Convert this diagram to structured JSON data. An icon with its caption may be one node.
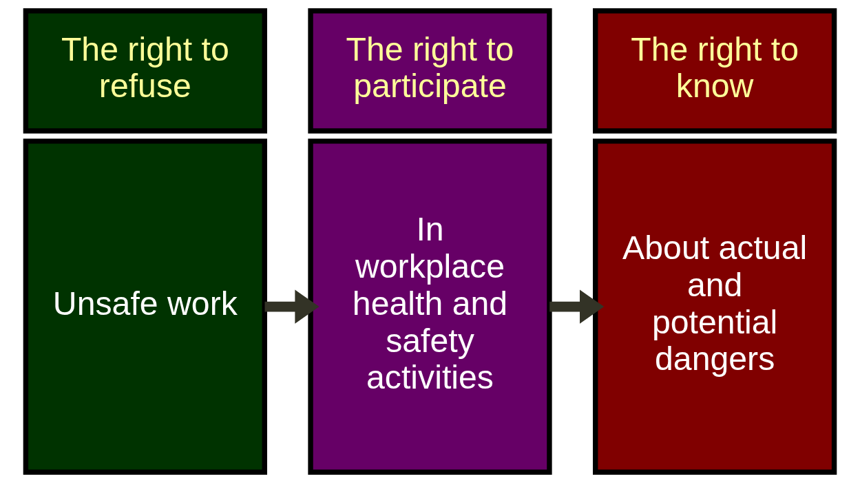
{
  "diagram": {
    "nodes": [
      {
        "text": [
          "The right to refuse"
        ]
      },
      {
        "text": [
          "Unsafe work"
        ]
      },
      {
        "text": [
          "The right to participate"
        ]
      },
      {
        "text": [
          "In workplace health and safety activities"
        ]
      },
      {
        "text": [
          "The right to know"
        ]
      },
      {
        "text": [
          "About actual and potential dangers"
        ]
      }
    ],
    "edges": [
      {
        "from": 1,
        "to": 3,
        "arrow": "to"
      },
      {
        "from": 3,
        "to": 5,
        "arrow": "to"
      }
    ]
  }
}
